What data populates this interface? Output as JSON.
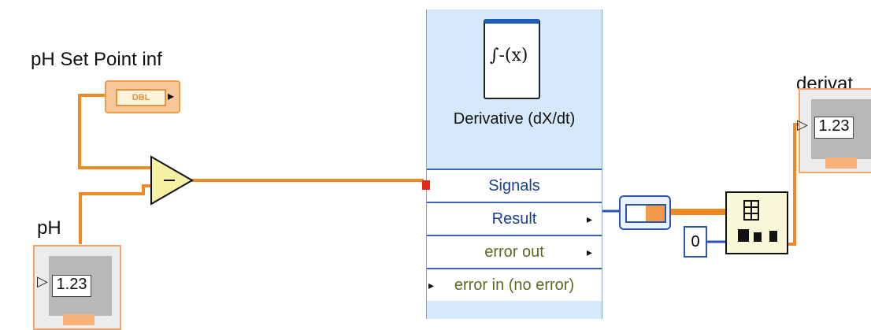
{
  "labels": {
    "setpoint": "pH Set Point inf",
    "ph": "pH",
    "derivative_out": "derivat"
  },
  "setpoint_constant": {
    "text": "DBL"
  },
  "ph_indicator": {
    "value": "1.23"
  },
  "derivative_indicator": {
    "value": "1.23"
  },
  "express_vi": {
    "glyph": "∫-(x)",
    "title": "Derivative (dX/dt)",
    "terminals": [
      "Signals",
      "Result",
      "error out",
      "error in (no error)"
    ]
  },
  "zero_constant": "0",
  "colors": {
    "wire": "#f08a24",
    "vi_background": "#d6e9fb",
    "vi_border": "#3f63b8"
  }
}
